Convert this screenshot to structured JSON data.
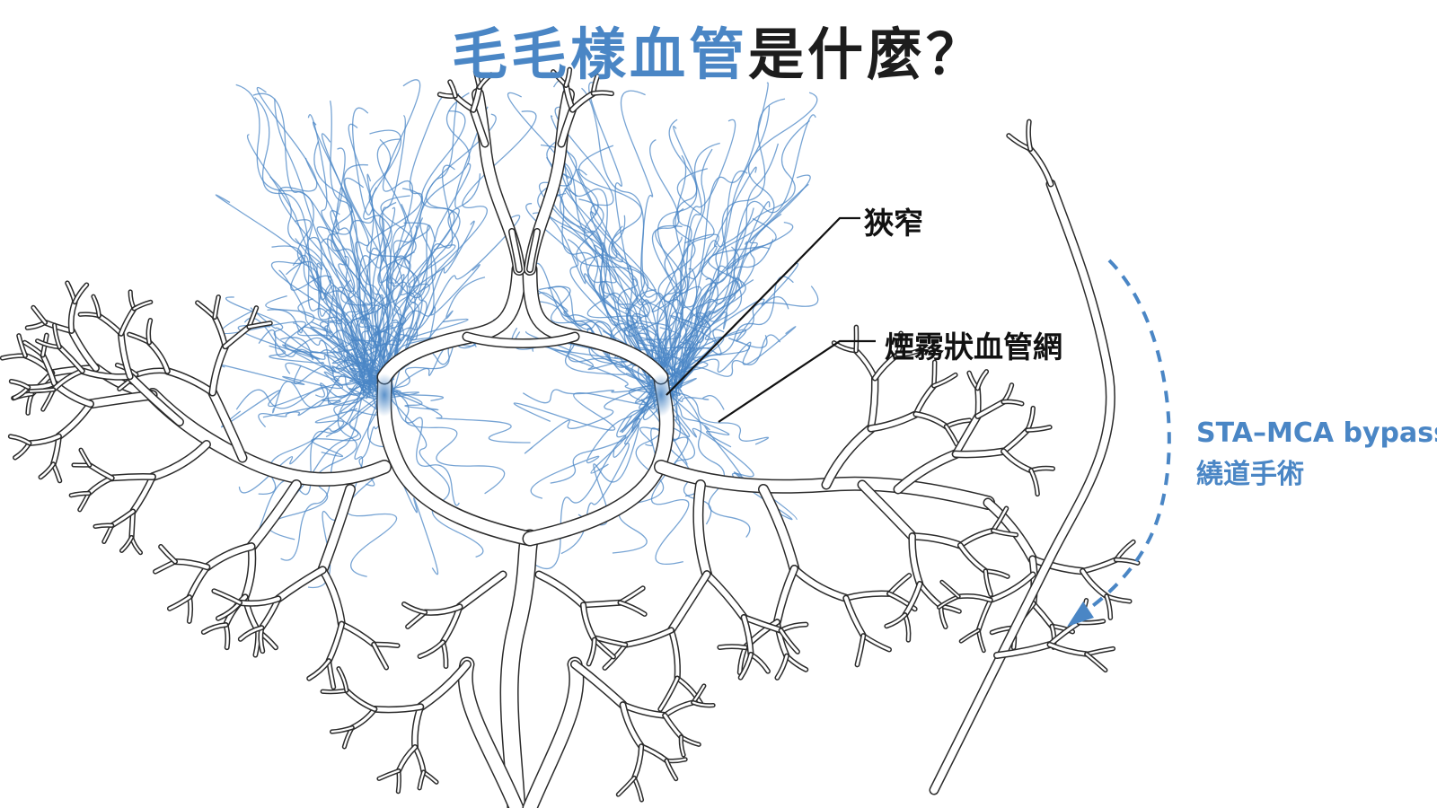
{
  "title": {
    "highlight": "毛毛樣血管",
    "rest": "是什麼？"
  },
  "labels": {
    "stenosis": "狹窄",
    "smoke_network": "煙霧狀血管網",
    "bypass_line1": "STA–MCA bypass",
    "bypass_line2": "繞道手術"
  },
  "colors": {
    "accent": "#4a86c5",
    "vessel_outline": "#2b2b2b",
    "text": "#111111"
  }
}
